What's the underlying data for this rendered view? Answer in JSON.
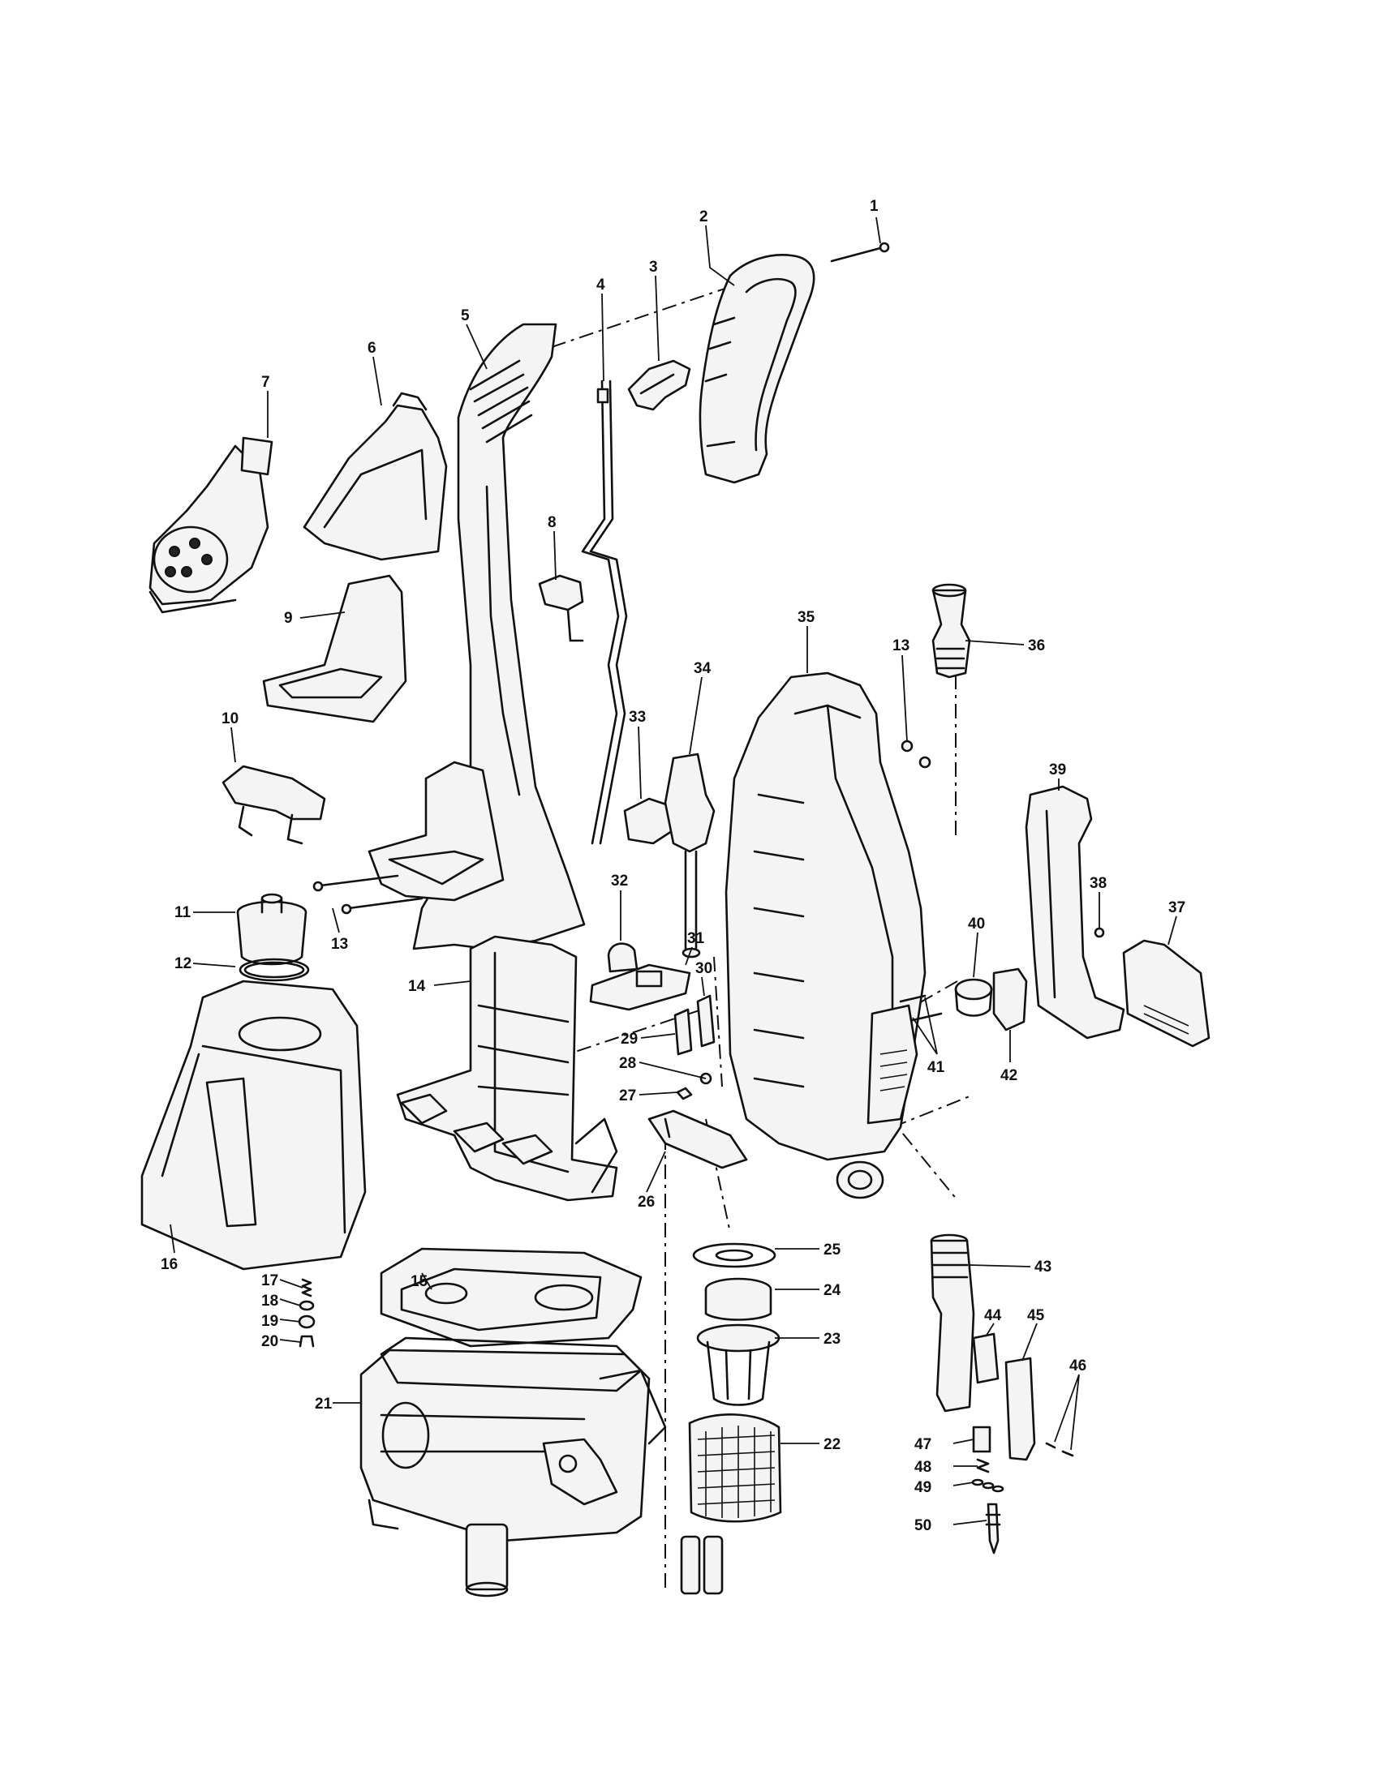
{
  "labels": {
    "p1": "1",
    "p2": "2",
    "p3": "3",
    "p4": "4",
    "p5": "5",
    "p6": "6",
    "p7": "7",
    "p8": "8",
    "p9": "9",
    "p10": "10",
    "p11": "11",
    "p12": "12",
    "p13a": "13",
    "p13b": "13",
    "p14": "14",
    "p15": "15",
    "p16": "16",
    "p17": "17",
    "p18": "18",
    "p19": "19",
    "p20": "20",
    "p21": "21",
    "p22": "22",
    "p23": "23",
    "p24": "24",
    "p25": "25",
    "p26": "26",
    "p27": "27",
    "p28": "28",
    "p29": "29",
    "p30": "30",
    "p31": "31",
    "p32": "32",
    "p33": "33",
    "p34": "34",
    "p35": "35",
    "p36": "36",
    "p37": "37",
    "p38": "38",
    "p39": "39",
    "p40": "40",
    "p41": "41",
    "p42": "42",
    "p43": "43",
    "p44": "44",
    "p45": "45",
    "p46": "46",
    "p47": "47",
    "p48": "48",
    "p49": "49",
    "p50": "50"
  }
}
